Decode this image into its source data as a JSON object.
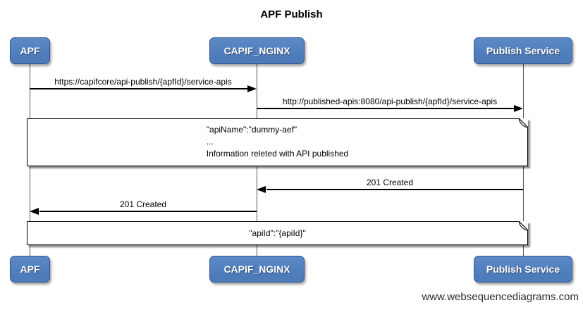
{
  "title": "APF Publish",
  "watermark": "www.websequencediagrams.com",
  "actors": [
    {
      "label": "APF"
    },
    {
      "label": "CAPIF_NGINX"
    },
    {
      "label": "Publish Service"
    }
  ],
  "messages": [
    {
      "label": "https://capifcore/api-publish/{apfId}/service-apis",
      "from": "APF",
      "to": "CAPIF_NGINX",
      "direction": "right"
    },
    {
      "label": "http://published-apis:8080/api-publish/{apfId}/service-apis",
      "from": "CAPIF_NGINX",
      "to": "Publish Service",
      "direction": "right"
    },
    {
      "label": "201 Created",
      "from": "Publish Service",
      "to": "CAPIF_NGINX",
      "direction": "left"
    },
    {
      "label": "201 Created",
      "from": "CAPIF_NGINX",
      "to": "APF",
      "direction": "left"
    }
  ],
  "notes": [
    {
      "lines": [
        "\"apiName\":\"dummy-aef\"",
        "...",
        "Information releted with API published"
      ],
      "span": "APF to Publish Service"
    },
    {
      "lines": [
        "\"apiId\":\"{apiId}\""
      ],
      "span": "APF to Publish Service"
    }
  ],
  "colors": {
    "actor_fill": "#4E7BB9",
    "actor_fill_light": "#5D89C7",
    "actor_border": "#2F5594",
    "actor_text": "#FFFFFF",
    "line": "#000000",
    "lifeline": "#555555",
    "note_bg": "#FFFFFF",
    "note_border": "#000000"
  }
}
